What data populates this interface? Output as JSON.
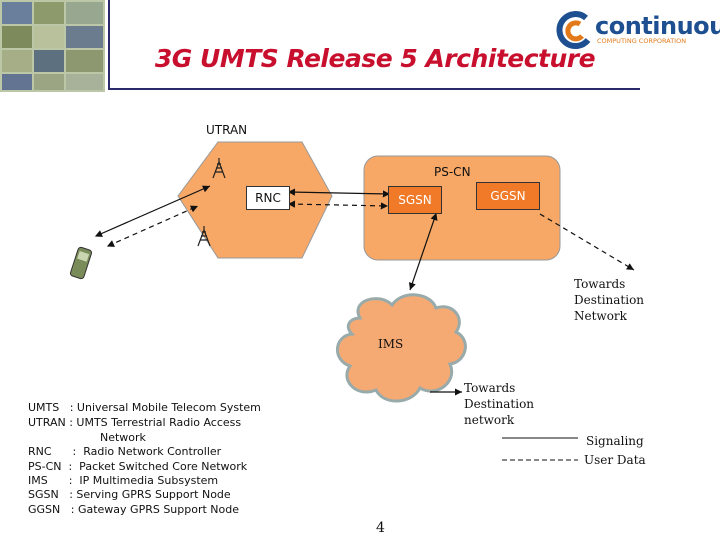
{
  "title": "3G UMTS Release 5 Architecture",
  "logo": {
    "word": "continuous",
    "sub": "COMPUTING CORPORATION"
  },
  "diagram": {
    "utran_label": "UTRAN",
    "pscn_label": "PS-CN",
    "rnc": "RNC",
    "sgsn": "SGSN",
    "ggsn": "GGSN",
    "ims": "IMS",
    "towards_destination_network_1": [
      "Towards",
      "Destination",
      "Network"
    ],
    "towards_destination_network_2": [
      "Towards",
      "Destination",
      "network"
    ],
    "legend_signaling": "Signaling",
    "legend_user_data": "User Data"
  },
  "glossary": [
    "UMTS   : Universal Mobile Telecom System",
    "UTRAN : UMTS Terrestrial Radio Access",
    "Network",
    "RNC      :  Radio Network Controller",
    "PS-CN  :  Packet Switched Core Network",
    "IMS      :  IP Multimedia Subsystem",
    "SGSN   : Serving GPRS Support Node",
    "GGSN   : Gateway GPRS Support Node"
  ],
  "page_number": "4",
  "colors": {
    "title": "#c8102e",
    "pscn": "#f7a866",
    "octagon": "#f7a866",
    "ggsn": "#f07a28",
    "ims_cloud": "#f5aa74",
    "frame": "#2a2a6a"
  }
}
